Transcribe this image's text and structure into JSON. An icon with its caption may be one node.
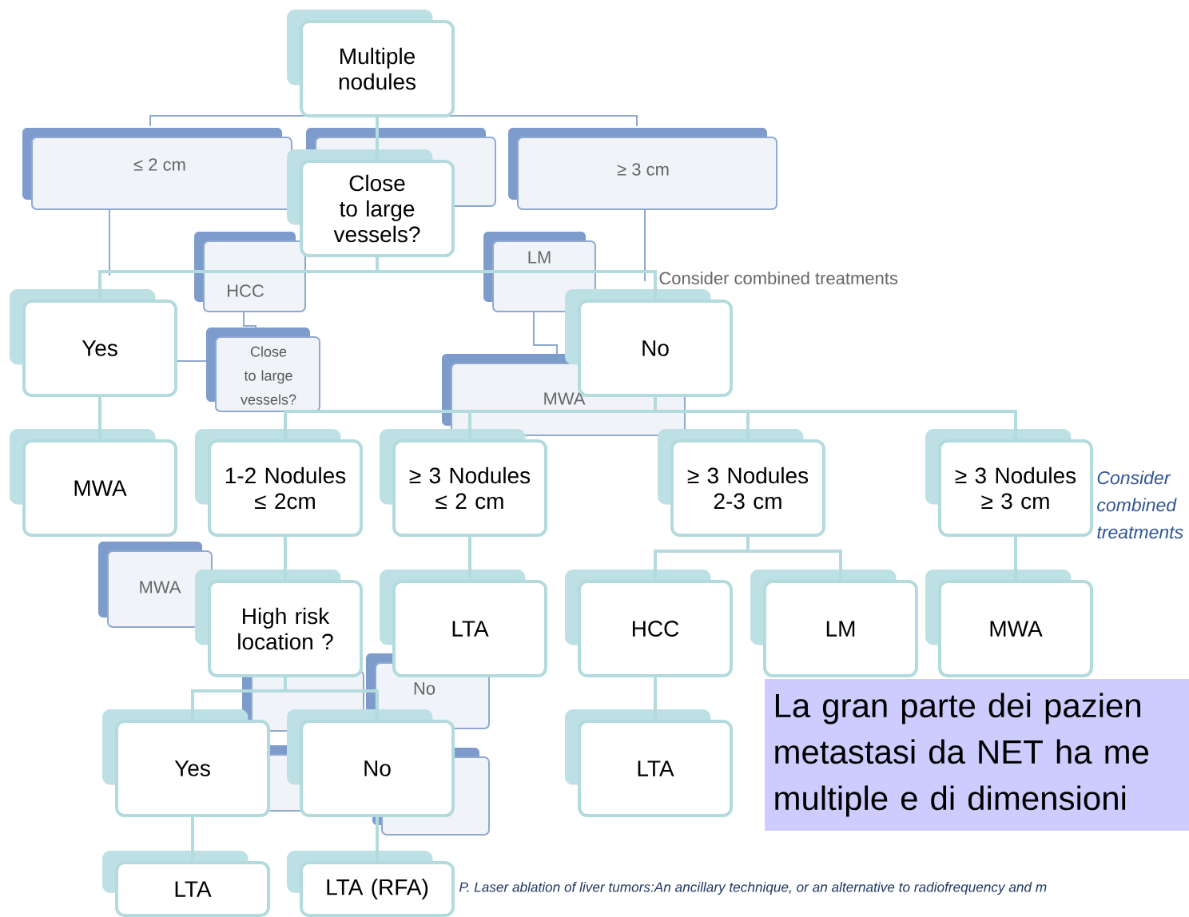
{
  "diagram": {
    "nodes": [
      {
        "text": [
          "Multiple nodules"
        ]
      },
      {
        "text": [
          "Close to large vessels?"
        ]
      },
      {
        "text": [
          "Yes"
        ]
      },
      {
        "text": [
          "No"
        ]
      },
      {
        "text": [
          "MWA"
        ]
      },
      {
        "text": [
          "1-2 Nodules ≤ 2cm"
        ]
      },
      {
        "text": [
          "≥ 3 Nodules ≤ 2 cm"
        ]
      },
      {
        "text": [
          "≥ 3 Nodules 2-3 cm"
        ]
      },
      {
        "text": [
          "≥ 3 Nodules ≥ 3 cm"
        ],
        "beside": [
          "Consider combined treatments"
        ]
      },
      {
        "text": [
          "High risk location ?"
        ]
      },
      {
        "text": [
          "LTA"
        ]
      },
      {
        "text": [
          "HCC"
        ]
      },
      {
        "text": [
          "LM"
        ]
      },
      {
        "text": [
          "MWA"
        ]
      },
      {
        "text": [
          "Yes"
        ]
      },
      {
        "text": [
          "No"
        ]
      },
      {
        "text": [
          "LTA"
        ]
      },
      {
        "text": [
          "LTA"
        ]
      },
      {
        "text": [
          "LTA (RFA)"
        ]
      },
      {
        "text": [
          "La gran parte dei pazien metastasi da NET ha me multiple e di dimensioni"
        ]
      }
    ],
    "edges": [
      {
        "from": 0,
        "to": 1,
        "arrow": "none"
      },
      {
        "from": 1,
        "to": 2,
        "arrow": "none"
      },
      {
        "from": 1,
        "to": 3,
        "arrow": "none"
      },
      {
        "from": 2,
        "to": 4,
        "arrow": "none"
      },
      {
        "from": 3,
        "to": 5,
        "arrow": "none"
      },
      {
        "from": 3,
        "to": 6,
        "arrow": "none"
      },
      {
        "from": 3,
        "to": 7,
        "arrow": "none"
      },
      {
        "from": 3,
        "to": 8,
        "arrow": "none"
      },
      {
        "from": 5,
        "to": 9,
        "arrow": "none"
      },
      {
        "from": 6,
        "to": 10,
        "arrow": "none"
      },
      {
        "from": 7,
        "to": 11,
        "arrow": "none"
      },
      {
        "from": 7,
        "to": 12,
        "arrow": "none"
      },
      {
        "from": 8,
        "to": 13,
        "arrow": "none"
      },
      {
        "from": 9,
        "to": 14,
        "arrow": "none"
      },
      {
        "from": 9,
        "to": 15,
        "arrow": "none"
      },
      {
        "from": 11,
        "to": 16,
        "arrow": "none"
      },
      {
        "from": 14,
        "to": 17,
        "arrow": "none"
      },
      {
        "from": 15,
        "to": 18,
        "arrow": "none"
      }
    ],
    "labels": [
      "≤ 2 cm",
      "≥ 3 cm",
      "HCC",
      "LM",
      "Consider combined treatments",
      "Close to large vessels?",
      "MWA",
      "MWA",
      "No",
      "P. Laser ablation of liver tumors:An ancillary technique, or an alternative to radiofrequency and m"
    ]
  }
}
